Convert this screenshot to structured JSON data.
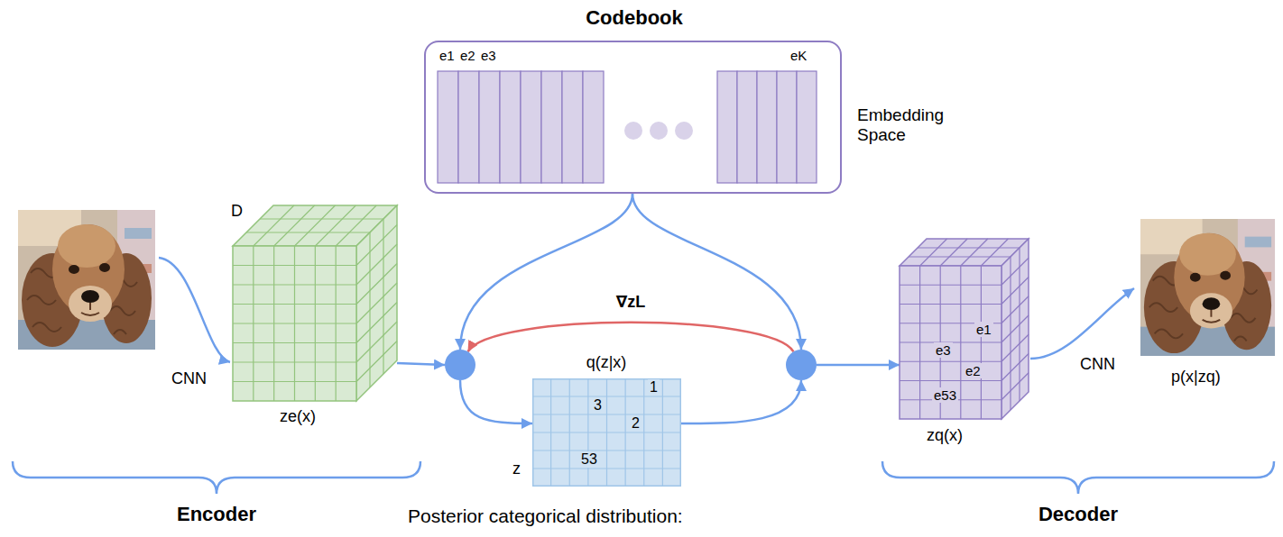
{
  "diagram": {
    "nodes": [
      {
        "text": [
          "Codebook",
          "e1",
          "e2",
          "e3",
          "eK",
          "Embedding Space"
        ]
      },
      {
        "text": [
          "D",
          "ze(x)"
        ]
      },
      {
        "text": []
      },
      {
        "text": [
          "q(z|x)",
          "z",
          "1",
          "3",
          "2",
          "53"
        ]
      },
      {
        "text": []
      },
      {
        "text": [
          "e1",
          "e3",
          "e2",
          "e53",
          "zq(x)"
        ]
      }
    ],
    "edges": [
      {
        "from": 1,
        "to": 2,
        "arrow": "to"
      },
      {
        "from": 0,
        "to": 2,
        "arrow": "to"
      },
      {
        "from": 0,
        "to": 4,
        "arrow": "to"
      },
      {
        "from": 2,
        "to": 3,
        "arrow": "to"
      },
      {
        "from": 3,
        "to": 4,
        "arrow": "to"
      },
      {
        "from": 4,
        "to": 5,
        "arrow": "to"
      },
      {
        "from": 4,
        "to": 2,
        "label": "∇zL",
        "arrow": "to"
      }
    ],
    "labels": [
      "CNN",
      "CNN",
      "p(x|zq)",
      "Encoder",
      "Posterior categorical distribution:",
      "Decoder"
    ]
  }
}
